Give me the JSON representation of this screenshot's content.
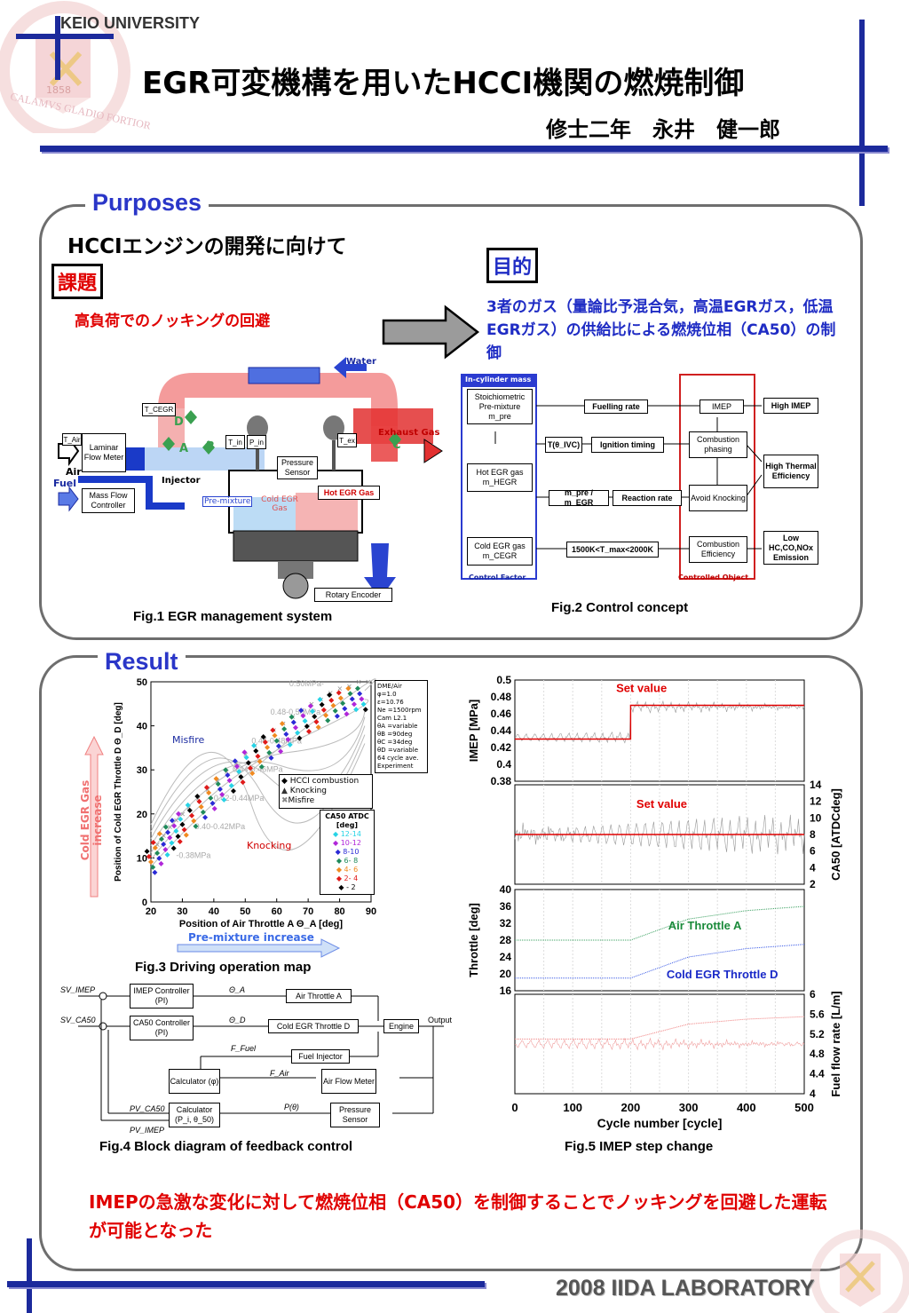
{
  "header": {
    "university": "KEIO  UNIVERSITY",
    "title": "EGR可変機構を用いたHCCI機関の燃焼制御",
    "author": "修士二年　永井　健一郎",
    "seal_motto": "CALAMVS GLADIO FORTIOR",
    "seal_year": "1858"
  },
  "purposes": {
    "heading": "Purposes",
    "subtitle": "HCCIエンジンの開発に向けて",
    "issue_label": "課題",
    "issue_text": "高負荷でのノッキングの回避",
    "goal_label": "目的",
    "goal_text": "3者のガス（量論比予混合気，高温EGRガス，低温EGRガス）の供給比による燃焼位相（CA50）の制御",
    "fig1": {
      "caption": "Fig.1  EGR management system",
      "labels": {
        "water": "Water",
        "tcegr": "T_CEGR",
        "tair": "T_Air",
        "lfm": "Laminar Flow Meter",
        "air": "Air",
        "fuel": "Fuel",
        "mfc": "Mass Flow Controller",
        "injector": "Injector",
        "tin": "T_in",
        "pin": "P_in",
        "tex": "T_ex",
        "pressure_sensor": "Pressure Sensor",
        "exhaust_gas": "Exhaust Gas",
        "hot_egr": "Hot EGR Gas",
        "cold_egr": "Cold EGR Gas",
        "premix": "Pre-mixture",
        "rotary": "Rotary Encoder",
        "a": "A",
        "b": "B",
        "c": "C",
        "d": "D"
      }
    },
    "fig2": {
      "caption": "Fig.2  Control concept",
      "in_cylinder": "In-cylinder mass",
      "control_factor": "Control Factor",
      "controlled_object": "Controlled Object",
      "stoich": "Stoichiometric Pre-mixture m_pre",
      "hot": "Hot EGR gas m_HEGR",
      "cold": "Cold EGR gas m_CEGR",
      "fuelling": "Fuelling rate",
      "t_ivc": "T(θ_IVC)",
      "ignition": "Ignition timing",
      "ratio": "m_pre / m_EGR",
      "reaction": "Reaction rate",
      "tmax": "1500K<T_max<2000K",
      "imep": "IMEP",
      "comb_phasing": "Combustion phasing",
      "avoid": "Avoid Knocking",
      "comb_eff": "Combustion Efficiency",
      "high_imep": "High IMEP",
      "high_thermal": "High Thermal Efficiency",
      "low_emission": "Low HC,CO,NOx Emission"
    }
  },
  "result": {
    "heading": "Result",
    "fig3": {
      "caption": "Fig.3  Driving operation map",
      "arrow_vertical": "Cold EGR Gas increase",
      "arrow_horizontal": "Pre-mixture increase",
      "conditions": [
        "DME/Air",
        "φ=1.0",
        "ε=10.76",
        "Ne =1500rpm",
        "Cam L2.1",
        "θA =variable",
        "θB =90deg",
        "θC =34deg",
        "θD =variable",
        "64 cycle ave.",
        "Experiment"
      ],
      "legend": [
        "HCCI combustion",
        "Knocking",
        "Misfire"
      ],
      "ca50_legend_title": "CA50 ATDC [deg]",
      "ca50_legend": [
        {
          "label": "12-14",
          "color": "#27d3e6"
        },
        {
          "label": "10-12",
          "color": "#b026d9"
        },
        {
          "label": "8-10",
          "color": "#2a2ad6"
        },
        {
          "label": "6- 8",
          "color": "#1e8a5a"
        },
        {
          "label": "4- 6",
          "color": "#f08a20"
        },
        {
          "label": "2- 4",
          "color": "#e01a1a"
        },
        {
          "label": "- 2",
          "color": "#000000"
        }
      ],
      "region_misfire": "Misfire",
      "region_knocking": "Knocking",
      "imep_contours": [
        "0.50MPa-",
        "0.48-0.50MPa",
        "0.46-0.48MPa",
        "0.44-0.46MPa",
        "0.42-0.44MPa",
        "0.40-0.42MPa",
        "-0.38MPa"
      ]
    },
    "fig4": {
      "caption": "Fig.4  Block diagram of feedback control",
      "sv_imep": "SV_IMEP",
      "sv_ca50": "SV_CA50",
      "imep_ctrl": "IMEP Controller (PI)",
      "ca50_ctrl": "CA50 Controller (PI)",
      "theta_a": "Θ_A",
      "theta_d": "Θ_D",
      "air_throttle": "Air Throttle A",
      "cold_throttle": "Cold EGR Throttle D",
      "engine": "Engine",
      "output": "Output",
      "ffuel": "F_Fuel",
      "fuel_injector": "Fuel Injector",
      "fair": "F_Air",
      "calc_phi": "Calculator (φ)",
      "afm": "Air Flow Meter",
      "p_theta": "P(θ)",
      "calc_pi": "Calculator (P_i, θ_50)",
      "pressure_sensor": "Pressure Sensor",
      "pv_ca50": "PV_CA50",
      "pv_imep": "PV_IMEP"
    },
    "fig5": {
      "caption": "Fig.5  IMEP step change",
      "xlabel": "Cycle number [cycle]",
      "set_value": "Set value",
      "air_throttle": "Air Throttle A",
      "cold_throttle": "Cold EGR Throttle D"
    },
    "conclusion": "IMEPの急激な変化に対して燃焼位相（CA50）を制御することでノッキングを回避した運転が可能となった"
  },
  "footer": {
    "lab": "2008  IIDA LABORATORY"
  },
  "chart_data": [
    {
      "type": "scatter",
      "title": "",
      "xlabel": "Position of Air Throttle A  Θ_A [deg]",
      "ylabel": "Position of Cold EGR Throttle D Θ_D [deg]",
      "xlim": [
        20,
        90
      ],
      "ylim": [
        0,
        50
      ],
      "xticks": [
        20,
        30,
        40,
        50,
        60,
        70,
        80,
        90
      ],
      "yticks": [
        0,
        10,
        20,
        30,
        40,
        50
      ],
      "series": [
        {
          "name": "HCCI combustion",
          "x": [
            20,
            22,
            24,
            26,
            28,
            30,
            33,
            36,
            39,
            42,
            45,
            48,
            51,
            54,
            57,
            60,
            63,
            66,
            69,
            72,
            75,
            78,
            81,
            84,
            87
          ],
          "y": [
            10,
            12,
            14,
            15.5,
            17,
            18.5,
            20.5,
            22.5,
            24.5,
            26.5,
            28.5,
            30.5,
            32.5,
            34,
            36,
            37.5,
            39,
            40.5,
            42,
            43,
            44.5,
            45.5,
            46,
            47,
            47
          ]
        }
      ]
    },
    {
      "type": "line",
      "xlabel": "Cycle number [cycle]",
      "xlim": [
        0,
        500
      ],
      "xticks": [
        0,
        100,
        200,
        300,
        400,
        500
      ],
      "panels": [
        {
          "ylabel": "IMEP [MPa]",
          "ylim": [
            0.38,
            0.5
          ],
          "yticks": [
            0.38,
            0.4,
            0.42,
            0.44,
            0.46,
            0.48,
            0.5
          ],
          "set_value": {
            "x": [
              0,
              200,
              200,
              500
            ],
            "y": [
              0.43,
              0.43,
              0.47,
              0.47
            ]
          }
        },
        {
          "ylabel": "CA50 [ATDCdeg]",
          "ylim": [
            2,
            14
          ],
          "yticks": [
            2,
            4,
            6,
            8,
            10,
            12,
            14
          ],
          "set_value": {
            "x": [
              0,
              500
            ],
            "y": [
              8,
              8
            ]
          }
        },
        {
          "ylabel": "Throttle [deg]",
          "ylim": [
            16,
            40
          ],
          "yticks": [
            16,
            20,
            24,
            28,
            32,
            36,
            40
          ],
          "series": [
            {
              "name": "Air Throttle A",
              "x": [
                0,
                200,
                300,
                400,
                500
              ],
              "y": [
                28,
                28,
                33,
                35,
                36
              ]
            },
            {
              "name": "Cold EGR Throttle D",
              "x": [
                0,
                200,
                300,
                400,
                500
              ],
              "y": [
                19,
                19,
                24,
                26,
                27
              ]
            }
          ]
        },
        {
          "ylabel": "Fuel flow rate [L/m]",
          "ylim": [
            4,
            6
          ],
          "yticks": [
            4,
            4.4,
            4.8,
            5.2,
            5.6,
            6
          ],
          "series": [
            {
              "name": "",
              "x": [
                0,
                200,
                300,
                400,
                500
              ],
              "y": [
                5.1,
                5.1,
                5.4,
                5.5,
                5.55
              ]
            }
          ]
        }
      ]
    }
  ]
}
